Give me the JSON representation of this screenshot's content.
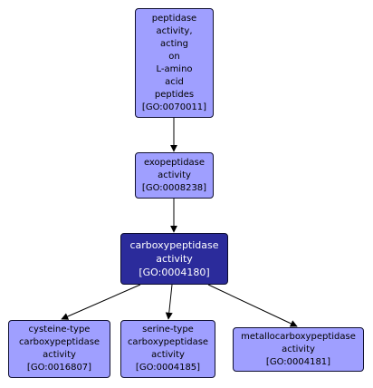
{
  "nodes": {
    "peptidase": {
      "lines": [
        "peptidase",
        "activity,",
        "acting",
        "on",
        "L-amino",
        "acid",
        "peptides",
        "[GO:0070011]"
      ]
    },
    "exopeptidase": {
      "lines": [
        "exopeptidase",
        "activity",
        "[GO:0008238]"
      ]
    },
    "carboxypeptidase": {
      "lines": [
        "carboxypeptidase",
        "activity",
        "[GO:0004180]"
      ]
    },
    "cysteine": {
      "lines": [
        "cysteine-type",
        "carboxypeptidase",
        "activity",
        "[GO:0016807]"
      ]
    },
    "serine": {
      "lines": [
        "serine-type",
        "carboxypeptidase",
        "activity",
        "[GO:0004185]"
      ]
    },
    "metallo": {
      "lines": [
        "metallocarboxypeptidase",
        "activity",
        "[GO:0004181]"
      ]
    }
  },
  "edges": [
    {
      "from": "peptidase",
      "to": "exopeptidase"
    },
    {
      "from": "exopeptidase",
      "to": "carboxypeptidase"
    },
    {
      "from": "carboxypeptidase",
      "to": "cysteine"
    },
    {
      "from": "carboxypeptidase",
      "to": "serine"
    },
    {
      "from": "carboxypeptidase",
      "to": "metallo"
    }
  ],
  "colors": {
    "node_fill": "#9f9fff",
    "focus_fill": "#2b2b9b",
    "edge": "#000000"
  }
}
